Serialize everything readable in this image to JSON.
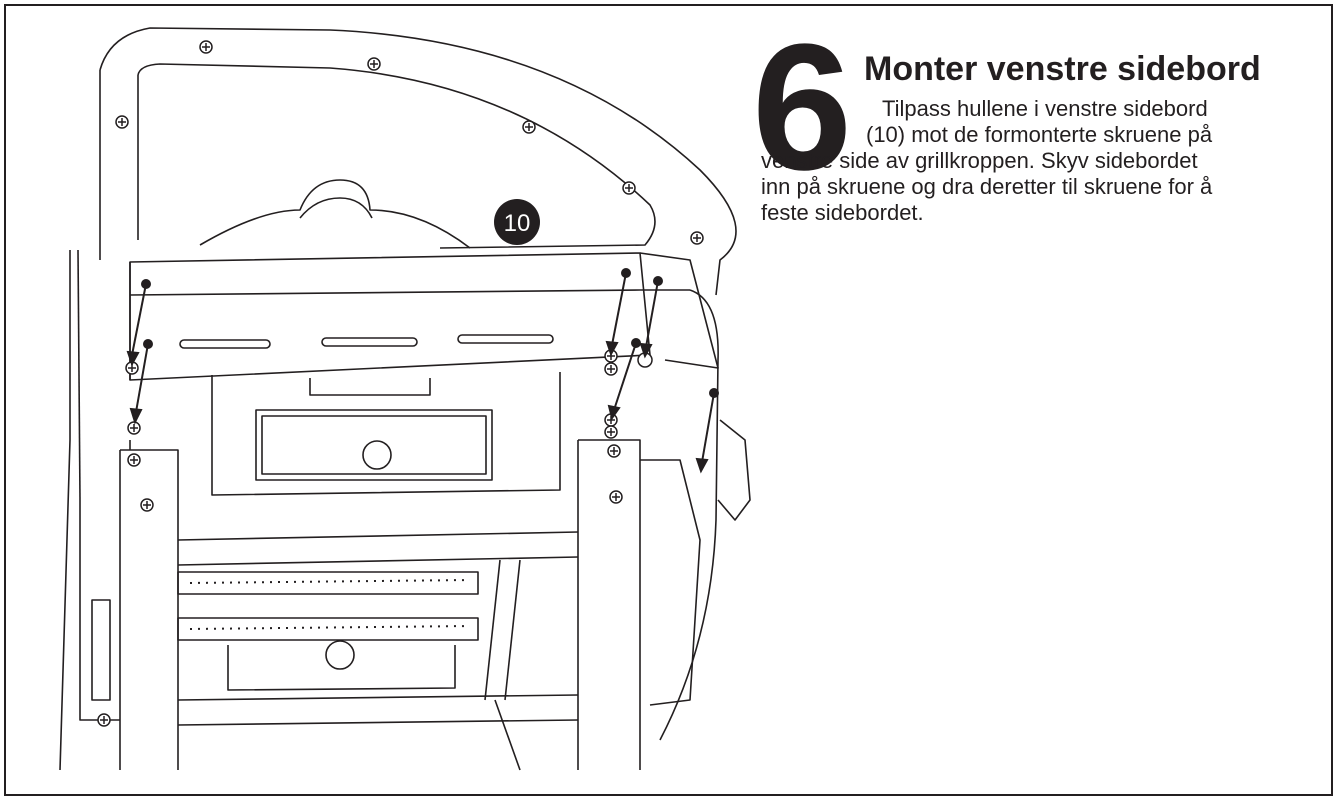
{
  "step": {
    "number": "6",
    "title": "Monter venstre sidebord",
    "instruction_lines": [
      "Tilpass hullene i venstre sidebord",
      "(10) mot de formonterte  skruene på",
      "venstre side av grillkroppen. Skyv sidebordet",
      "inn på skruene og dra deretter til skruene for å",
      "feste sidebordet."
    ]
  },
  "illustration": {
    "part_callout": "10",
    "callout_color": "#231f20",
    "line_color": "#231f20"
  }
}
